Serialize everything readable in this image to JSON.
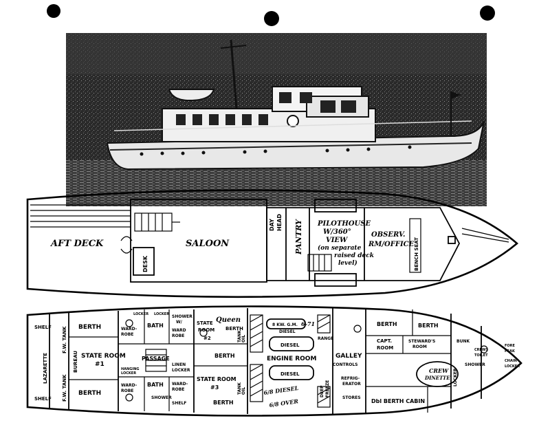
{
  "upper_deck": {
    "aft_deck": "AFT DECK",
    "saloon": "SALOON",
    "desk": "DESK",
    "day_head": [
      "DAY",
      "HEAD"
    ],
    "pantry": "PANTRY",
    "pilothouse": [
      "PILOTHOUSE",
      "W/360°",
      "VIEW",
      "(on separate",
      "raised deck",
      "level)"
    ],
    "observ": [
      "OBSERV.",
      "RM/OFFICE"
    ],
    "bench_seat": "BENCH SEAT"
  },
  "lower_deck": {
    "shelf_top": "SHELF",
    "shelf_bottom": "SHELF",
    "lazarette": "LAZARETTE",
    "fw_tank_top": "F.W. TANK",
    "fw_tank_bottom": "F.W. TANK",
    "bureau": "BUREAU",
    "berth_aft_top": "BERTH",
    "berth_aft_bottom": "BERTH",
    "state_room_1": [
      "STATE ROOM",
      "#1"
    ],
    "wardrobe_top": [
      "WARD-",
      "ROBE"
    ],
    "wardrobe_bottom": [
      "WARD-",
      "ROBE"
    ],
    "bath_top": "BATH",
    "bath_bottom": "BATH",
    "locker_1": "LOCKER",
    "locker_2": "LOCKER",
    "passage": "PASSAGE",
    "hanging_locker": [
      "HANGING",
      "LOCKER"
    ],
    "shower_top": [
      "SHOWER",
      "W/",
      "WARD",
      "ROBE"
    ],
    "shower_bottom": "SHOWER",
    "linen_locker": [
      "LINEN",
      "LOCKER"
    ],
    "wardrobe_mid": [
      "WARD-",
      "ROBE"
    ],
    "shelf_mid": "SHELF",
    "state_room_2": [
      "STATE",
      "ROOM",
      "#2"
    ],
    "queen_berth": [
      "Queen",
      "BERTH"
    ],
    "berth_mid_top": "BERTH",
    "berth_mid_bottom": "BERTH",
    "state_room_3": [
      "STATE ROOM",
      "#3"
    ],
    "oil_tank_top": [
      "OIL",
      "TANK"
    ],
    "oil_tank_bottom": [
      "OIL",
      "TANK"
    ],
    "engine_room": "ENGINE ROOM",
    "diesel_top": "DIESEL",
    "diesel_bottom": "DIESEL",
    "diesel_gen": [
      "8 KW. G.M.",
      "DIESEL"
    ],
    "dates": [
      "6-71",
      "6/8 DIESEL",
      "6/8 OVER"
    ],
    "galley": "GALLEY",
    "controls": "CONTROLS",
    "range": "RANGE",
    "deep_freeze": [
      "DEEP",
      "FREEZE"
    ],
    "refrigerator": [
      "REFRIG-",
      "ERATOR"
    ],
    "stores": "STORES",
    "berth_fwd_1": "BERTH",
    "berth_fwd_2": "BERTH",
    "capt_room": [
      "CAPT.",
      "ROOM"
    ],
    "stewards_room": [
      "STEWARD'S",
      "ROOM"
    ],
    "dbl_berth_cabin": "Dbl BERTH CABIN",
    "crew_dinette": [
      "CREW",
      "DINETTE"
    ],
    "locker_fwd": "LOCKER",
    "shower_fwd": "SHOWER",
    "crews_toilet": [
      "CREWS",
      "TOILET"
    ],
    "chain_locker": [
      "FORE",
      "PEAK",
      "CHAIN",
      "LOCKER"
    ],
    "bunk": "BUNK"
  }
}
